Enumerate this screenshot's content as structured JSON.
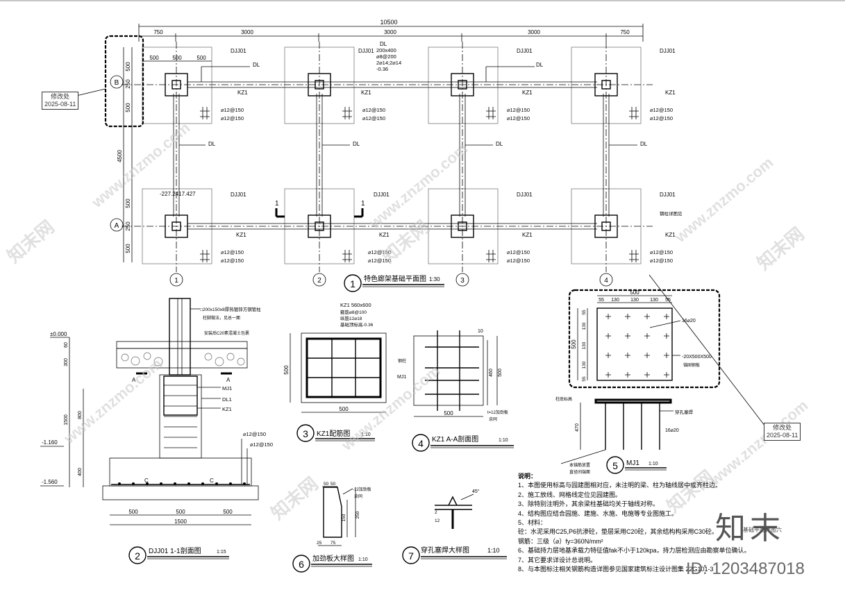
{
  "plan": {
    "title": "特色廊架基础平面图",
    "scale": "1:30",
    "number": "1",
    "dim_total": "10500",
    "dim_top": [
      "750",
      "3000",
      "3000",
      "3000",
      "750"
    ],
    "sub_dims": [
      "500",
      "500",
      "500"
    ],
    "left_dims": [
      "500",
      "250",
      "500",
      "4500",
      "500",
      "250",
      "500"
    ],
    "axes_x": [
      "1",
      "2",
      "3",
      "4"
    ],
    "axes_y": [
      "A",
      "B"
    ],
    "labels": {
      "djj": "DJJ01",
      "dl": "DL",
      "kz": "KZ1",
      "rebar1": "⌀12@150",
      "rebar2": "⌀12@150",
      "note_dl": [
        "200x400",
        "⌀8@200",
        "2⌀14;2⌀14",
        "-0.36"
      ],
      "elev": "-227.2417.427",
      "section": "1",
      "steel_note": "钢柱详图见"
    }
  },
  "detail2": {
    "number": "2",
    "title": "DJJ01 1-1剖面图",
    "scale": "1:15",
    "elevs": [
      "±0.000",
      "-1.160",
      "-1.560"
    ],
    "dims_v": [
      "60",
      "300",
      "1500",
      "800",
      "400"
    ],
    "dims_h": [
      "500",
      "500",
      "500"
    ],
    "dim_total": "1500",
    "labels": [
      "MJ1",
      "DL1",
      "KZ1",
      "⌀12@150",
      "⌀12@150",
      "A",
      "A",
      "C",
      "C"
    ],
    "note1": "□200x150x8厚热镀锌方钢管柱",
    "note2": "柱脚做法，见总一面",
    "note3": "安装后C20素混凝土包裹"
  },
  "detail3": {
    "number": "3",
    "title": "KZ1配筋图",
    "scale": "1:10",
    "head": "KZ1 560x600",
    "spec": [
      "箍筋⌀8@100",
      "纵筋12⌀18",
      "基础顶标高-0.36"
    ],
    "dim_w": "500",
    "dim_h": "500"
  },
  "detail4": {
    "number": "4",
    "title": "KZ1 A-A剖面图",
    "scale": "1:10",
    "labels": [
      "钢柱",
      "MJ1",
      "10",
      "t=12加劲板",
      "余同"
    ],
    "dim_w": "500",
    "dim_h1": "460",
    "dim_h2": "500"
  },
  "detail5": {
    "number": "5",
    "title": "MJ1",
    "scale": "1:10",
    "top_dims": [
      "500",
      "55",
      "130",
      "130",
      "130",
      "55"
    ],
    "side_dims": [
      "55",
      "130",
      "130",
      "130",
      "55"
    ],
    "dim_h": "500",
    "rebar": "16⌀20",
    "plate": "-20X500X500",
    "plate2": "锚固钢板",
    "labels": [
      "柱底标高",
      "穿孔塞焊",
      "16⌀20",
      "本锚筋放置",
      "直径间端面"
    ],
    "dim_470": "470"
  },
  "detail6": {
    "number": "6",
    "title": "加劲板大样图",
    "scale": "1:10",
    "dims": [
      "50",
      "50",
      "150",
      "250",
      "25",
      "75"
    ],
    "label": "-12加劲板",
    "label2": "余同"
  },
  "detail7": {
    "number": "7",
    "title": "穿孔塞焊大样图",
    "scale": "1:10",
    "angle": "45°",
    "dims": [
      "2",
      "12"
    ]
  },
  "notes": {
    "heading": "说明：",
    "items": [
      "1、本图使用标高与园建图相对应，未注明的梁、柱为轴线居中或齐柱边。",
      "2、施工放线、网格线定位见园建图。",
      "3、除特别注明外，其余梁柱基础均关于轴线对称。",
      "4、结构图应结合园施、建施、水施、电施等专业图施工。",
      "5、材料：",
      "   砼：水泥采用C25,P6抗渗砼，垫层采用C20砼，其余结构构采用C30砼。",
      "   钢筋：三级（⌀）fy=360N/mm²",
      "6、基础持力层地基承载力特征值fak不小于120kpa，持力层检测应由勘察单位确认。",
      "7、其它要求详设计总说明。",
      "8、与本图标注相关钢筋构造详图参见国家建筑标注设计图集 22G101-3"
    ]
  },
  "stamps": [
    {
      "line1": "修改处",
      "line2": "2025-08-11"
    },
    {
      "line1": "修改处",
      "line2": "2025-08-11"
    }
  ],
  "watermark": "www.znzmo.com",
  "watermark_cn": "知末网",
  "brand": "知末",
  "id_label": "ID: 1203487018",
  "sheet_tag": "基础平面详图六"
}
